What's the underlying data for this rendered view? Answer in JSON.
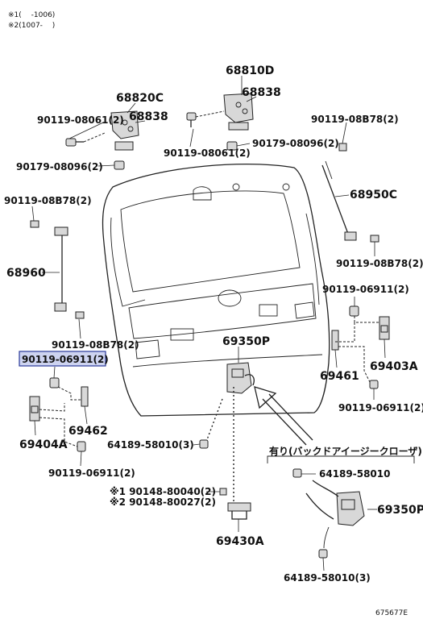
{
  "notes": {
    "note1": "※1(　 -1006)",
    "note2": "※2(1007-　 )"
  },
  "catalog_code": "675677E",
  "option_box": {
    "title": "有り(バックドアイージークローザ)"
  },
  "labels": {
    "p68810D": "68810D",
    "p68838_top": "68838",
    "p68820C": "68820C",
    "p68838_left": "68838",
    "p90119_08061_left": "90119-08061(2)",
    "p90119_08061_mid": "90119-08061(2)",
    "p90179_08096_mid": "90179-08096(2)",
    "p90179_08096_left": "90179-08096(2)",
    "p90119_08B78_topright": "90119-08B78(2)",
    "p90119_08B78_left": "90119-08B78(2)",
    "p68950C": "68950C",
    "p68960": "68960",
    "p90119_08B78_right": "90119-08B78(2)",
    "p90119_08B78_lower": "90119-08B78(2)",
    "p90119_06911_right": "90119-06911(2)",
    "p69350P": "69350P",
    "p90119_06911_selected": "90119-06911(2)",
    "p69461": "69461",
    "p69403A": "69403A",
    "p90119_06911_right_low": "90119-06911(2)",
    "p69462": "69462",
    "p69404A": "69404A",
    "p64189_58010_mid": "64189-58010(3)",
    "p90119_06911_bottom": "90119-06911(2)",
    "p90148_80040": "※1 90148-80040(2)",
    "p90148_80027": "※2 90148-80027(2)",
    "p69430A": "69430A",
    "p64189_58010_box": "64189-58010",
    "p69350P_box": "69350P",
    "p64189_58010_box_bottom": "64189-58010(3)"
  }
}
